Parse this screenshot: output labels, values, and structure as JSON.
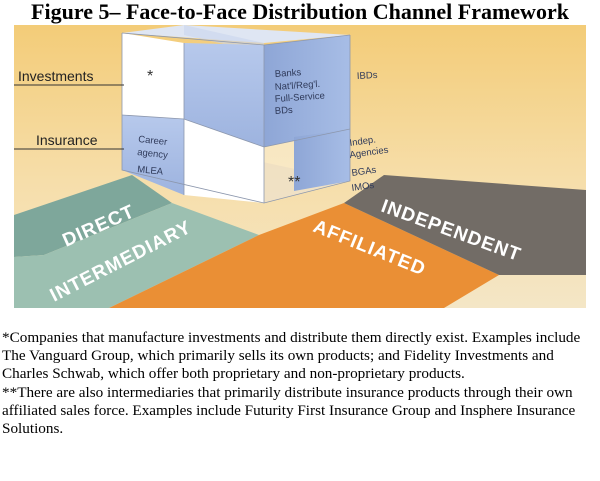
{
  "title": "Figure 5– Face-to-Face Distribution Channel Framework",
  "rows": {
    "investments": "Investments",
    "insurance": "Insurance"
  },
  "cells": {
    "direct_investments": "*",
    "intermediary_investments": [
      "Banks",
      "Nat'l/Reg'l.",
      "Full-Service",
      "BDs"
    ],
    "independent_investments": "IBDs",
    "direct_insurance": [
      "Career",
      "agency",
      "MLEA"
    ],
    "affiliated_insurance": "**",
    "independent_insurance": [
      "Indep.",
      "Agencies",
      "BGAs",
      "IMOs"
    ]
  },
  "bands": {
    "direct": "DIRECT",
    "intermediary": "INTERMEDIARY",
    "affiliated": "AFFILIATED",
    "independent": "INDEPENDENT"
  },
  "colors": {
    "direct": "#6f9e92",
    "intermediary": "#8fb8a8",
    "affiliated": "#e88a2e",
    "independent": "#6b6660",
    "cube_blue": "#a9bfe6",
    "cube_top": "#c8d4ec",
    "background_top": "#f4d38a",
    "background_bottom": "#f7e3b8"
  },
  "notes": [
    "*Companies that manufacture investments and distribute them directly exist. Examples include The Vanguard Group, which primarily sells its own products; and Fidelity Investments and Charles Schwab, which offer both proprietary and non-proprietary products.",
    "**There are also intermediaries that primarily distribute insurance products through their own affiliated sales force. Examples include Futurity First Insurance Group and Insphere Insurance Solutions."
  ]
}
